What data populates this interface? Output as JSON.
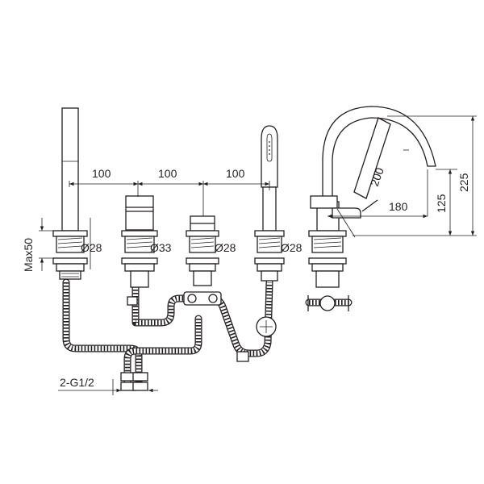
{
  "colors": {
    "line": "#231f20",
    "hose_fill": "#ffffff",
    "background": "#ffffff"
  },
  "dimensions": {
    "spacing_1": "100",
    "spacing_2": "100",
    "spacing_3": "100",
    "max_deck": "Max50",
    "hole_1": "Ø28",
    "hole_2": "Ø33",
    "hole_3": "Ø28",
    "hole_4": "Ø28",
    "connection": "2-G1/2",
    "spout_length": "200",
    "spout_reach": "180",
    "spout_height": "125",
    "total_height": "225"
  },
  "icons": [
    "shower-head-icon",
    "diverter-icon",
    "hose-braid-pattern"
  ]
}
